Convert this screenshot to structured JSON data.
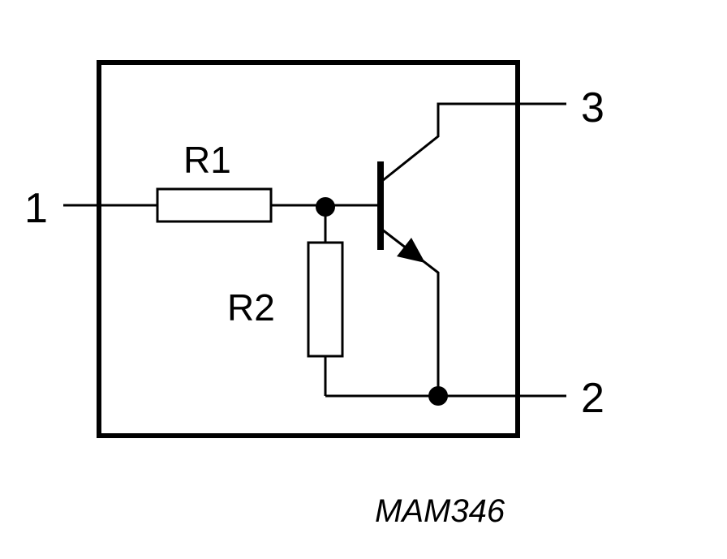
{
  "labels": {
    "pin1": "1",
    "pin2": "2",
    "pin3": "3",
    "r1": "R1",
    "r2": "R2",
    "code": "MAM346"
  }
}
